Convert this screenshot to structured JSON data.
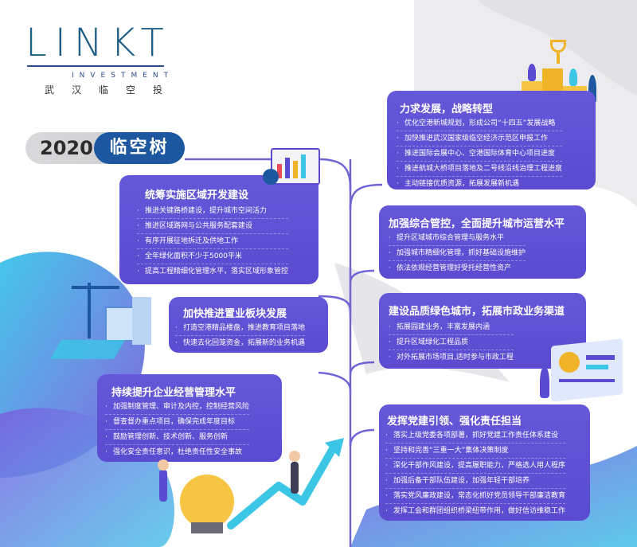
{
  "logo": {
    "word": "LINKT",
    "sub": "INVESTMENT",
    "cn": "武汉临空投"
  },
  "title": {
    "year": "2020",
    "name": "临空树"
  },
  "colors": {
    "card": "#5a4bd0",
    "brand": "#1d57a0",
    "accent_teal": "#3cc6e6",
    "trunk": "#6e64d6"
  },
  "left_cards": [
    {
      "heading": "统筹实施区域开发建设",
      "items": [
        "推进关键路桥建设，提升城市空间活力",
        "推进区域路网与公共服务配套建设",
        "有序开展征地拆迁及供地工作",
        "全年绿化面积不少于5000平米",
        "提高工程精细化管理水平，落实区域形象管控"
      ]
    },
    {
      "heading": "加快推进置业板块发展",
      "items": [
        "打造空港精品楼盘，推进教育项目落地",
        "快速去化回笼资金，拓展新的业务机遇"
      ]
    },
    {
      "heading": "持续提升企业经营管理水平",
      "items": [
        "加强制度管理、审计及内控，控制经营风险",
        "督查督办重点项目，确保完成年度目标",
        "鼓励管理创新、技术创新、服务创新",
        "强化安全责任意识，杜绝责任性安全事故"
      ]
    }
  ],
  "right_cards": [
    {
      "heading": "力求发展，战略转型",
      "items": [
        "优化空港新城规划，形成公司“十四五”发展战略",
        "加快推进武汉国家级临空经济示范区申报工作",
        "推进国际会展中心、空港国际体育中心项目进度",
        "推进航城大桥项目落地及二号线沿线治理工程进度",
        "主动链接优质资源，拓展发展新机遇"
      ]
    },
    {
      "heading": "加强综合管控，全面提升城市运营水平",
      "items": [
        "提升区域城市综合管理与服务水平",
        "加强城市精细化管理，抓好基础设施维护",
        "依法依规经营管理好受托经营性资产"
      ]
    },
    {
      "heading": "建设品质绿色城市，拓展市政业务渠道",
      "items": [
        "拓展园建业务，丰富发展内涵",
        "提升区域绿化工程品质",
        "对外拓展市场项目,适时参与市政工程"
      ]
    },
    {
      "heading": "发挥党建引领、强化责任担当",
      "items": [
        "落实上级党委各项部署，抓好党建工作责任体系建设",
        "坚持和完善“三重一大”集体决策制度",
        "深化干部作风建设，提高履职能力，严格选人用人程序",
        "加强后备干部队伍建设，加强年轻干部培养",
        "落实党风廉政建设，常态化抓好党员领导干部廉洁教育",
        "发挥工会和群团组织桥梁纽带作用，做好信访维稳工作"
      ]
    }
  ]
}
